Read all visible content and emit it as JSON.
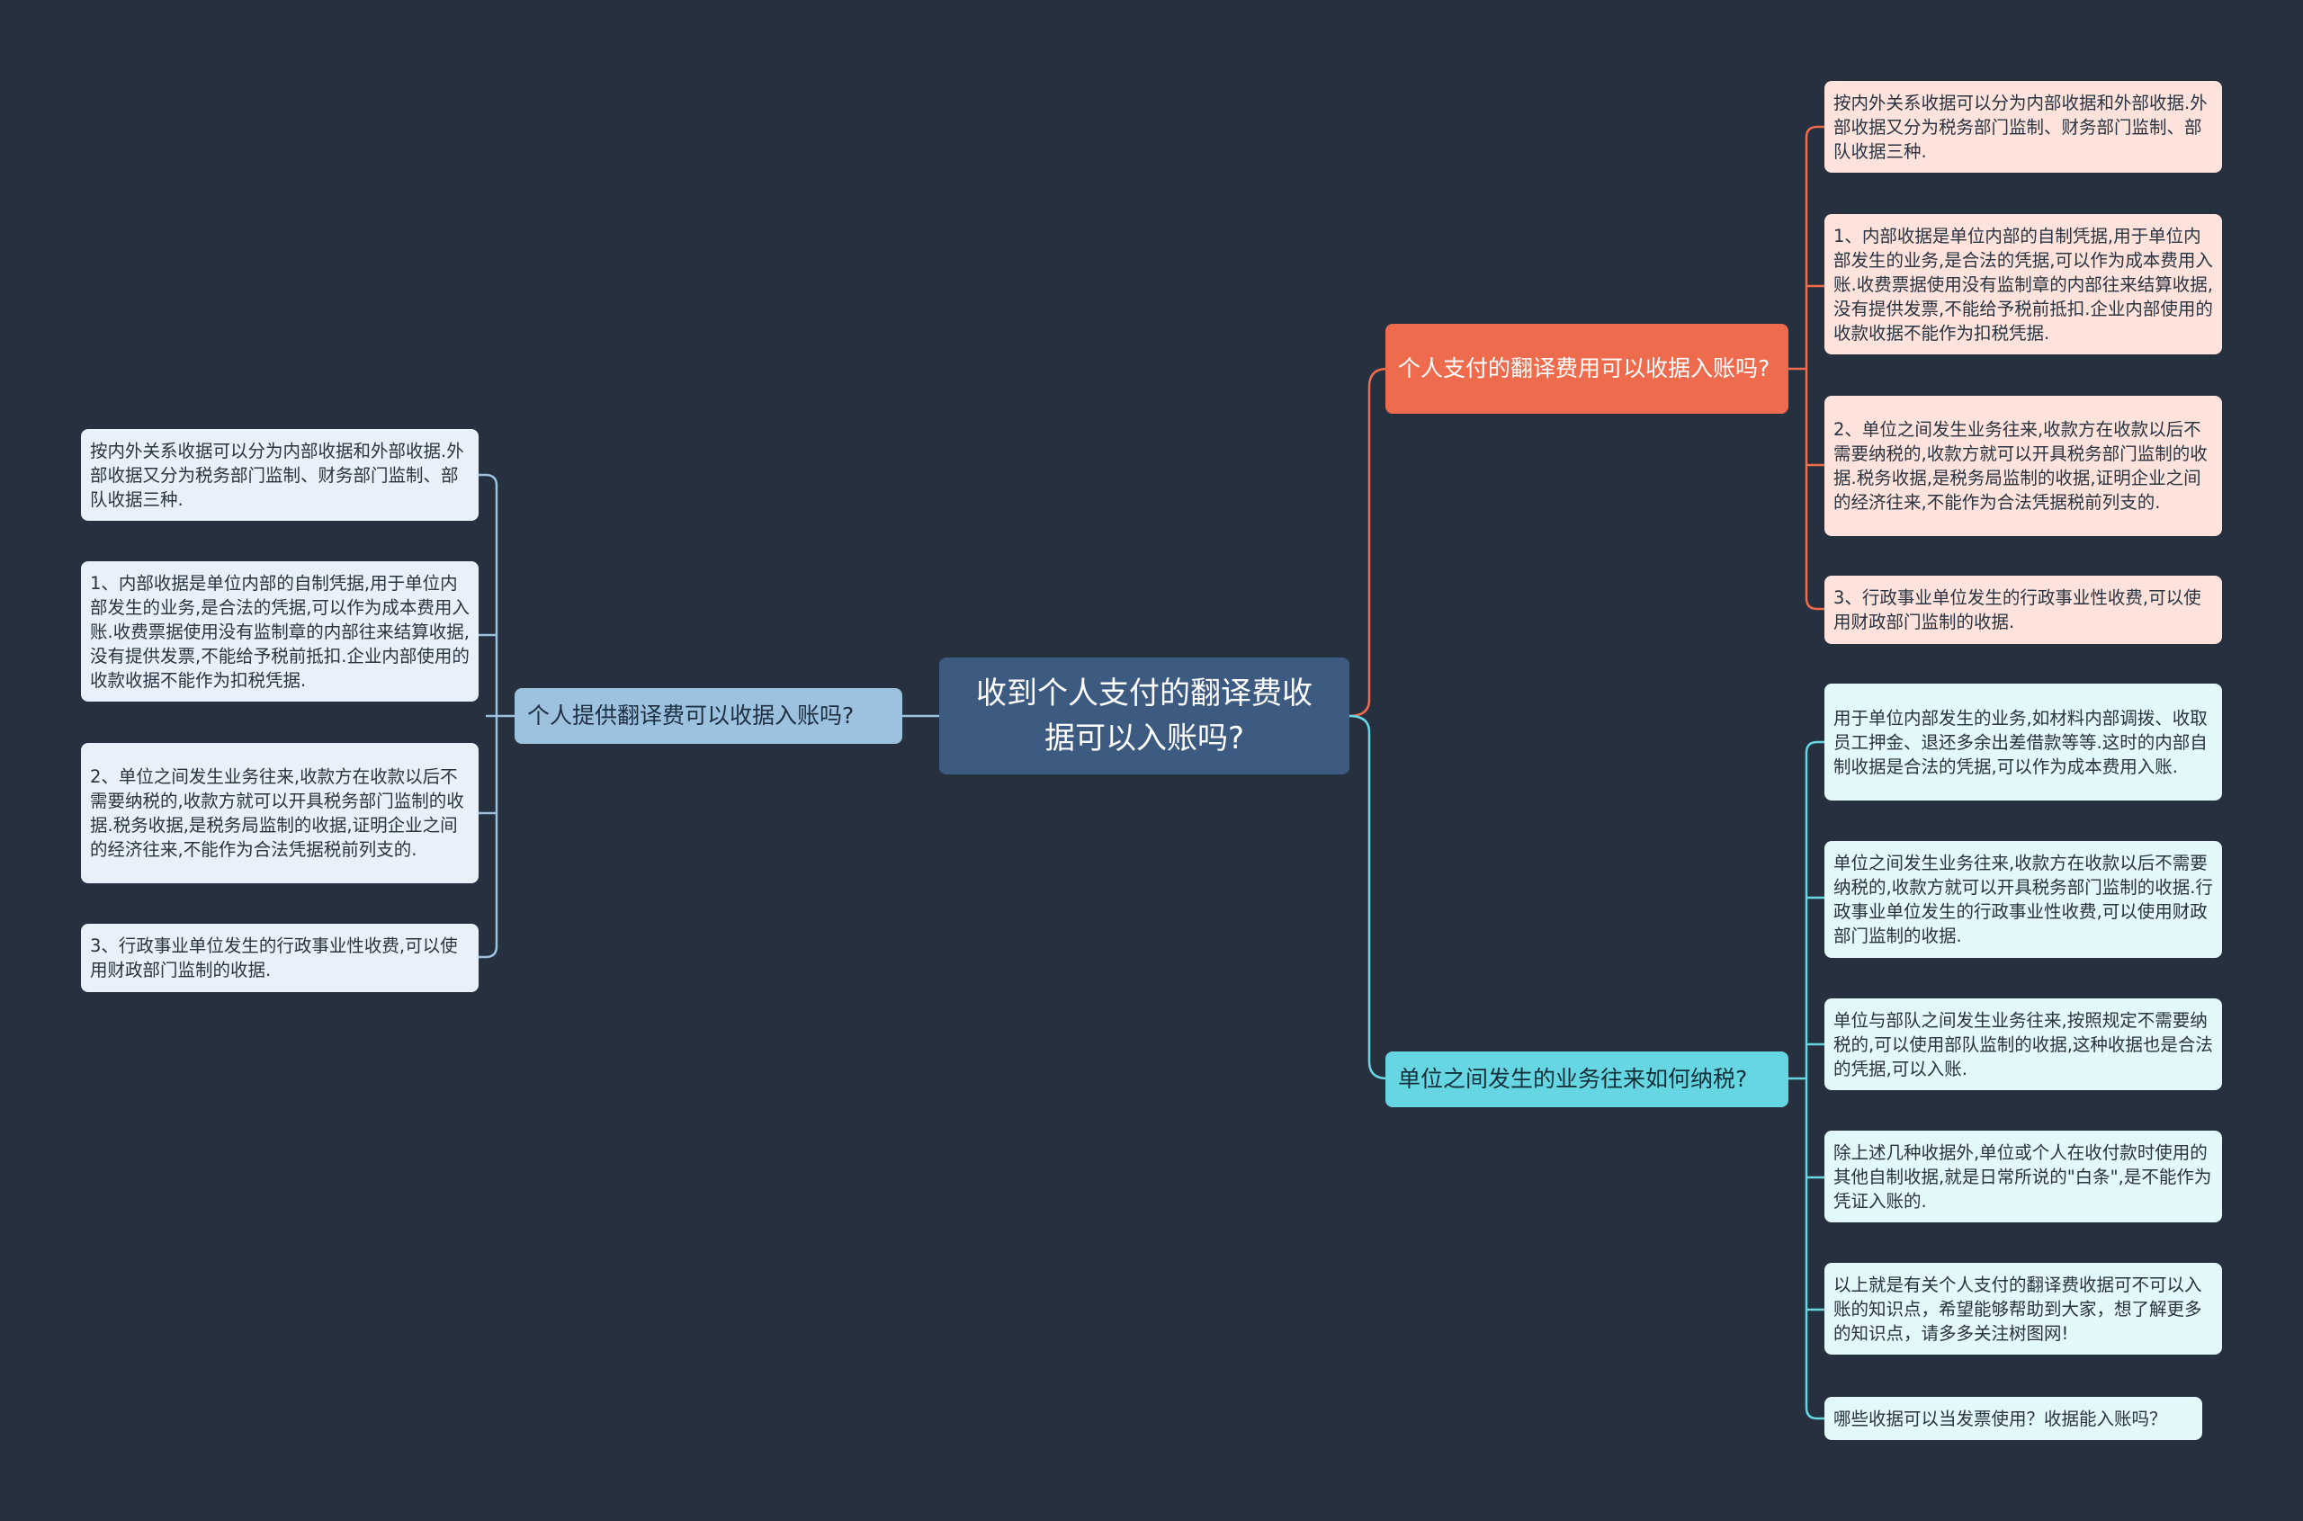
{
  "root": {
    "text": "收到个人支付的翻译费收据可以入账吗?"
  },
  "colors": {
    "background": "#27303f",
    "root": "#3d5a80",
    "left": "#9cc2df",
    "top": "#ee6c4d",
    "bottom": "#67d6e3"
  },
  "left_branch": {
    "label": "个人提供翻译费可以收据入账吗?",
    "items": [
      "按内外关系收据可以分为内部收据和外部收据.外部收据又分为税务部门监制、财务部门监制、部队收据三种.",
      "1、内部收据是单位内部的自制凭据,用于单位内部发生的业务,是合法的凭据,可以作为成本费用入账.收费票据使用没有监制章的内部往来结算收据,没有提供发票,不能给予税前抵扣.企业内部使用的收款收据不能作为扣税凭据.",
      "2、单位之间发生业务往来,收款方在收款以后不需要纳税的,收款方就可以开具税务部门监制的收据.税务收据,是税务局监制的收据,证明企业之间的经济往来,不能作为合法凭据税前列支的.",
      "3、行政事业单位发生的行政事业性收费,可以使用财政部门监制的收据."
    ]
  },
  "top_branch": {
    "label": "个人支付的翻译费用可以收据入账吗?",
    "items": [
      "按内外关系收据可以分为内部收据和外部收据.外部收据又分为税务部门监制、财务部门监制、部队收据三种.",
      "1、内部收据是单位内部的自制凭据,用于单位内部发生的业务,是合法的凭据,可以作为成本费用入账.收费票据使用没有监制章的内部往来结算收据,没有提供发票,不能给予税前抵扣.企业内部使用的收款收据不能作为扣税凭据.",
      "2、单位之间发生业务往来,收款方在收款以后不需要纳税的,收款方就可以开具税务部门监制的收据.税务收据,是税务局监制的收据,证明企业之间的经济往来,不能作为合法凭据税前列支的.",
      "3、行政事业单位发生的行政事业性收费,可以使用财政部门监制的收据."
    ]
  },
  "bottom_branch": {
    "label": "单位之间发生的业务往来如何纳税?",
    "items": [
      "用于单位内部发生的业务,如材料内部调拨、收取员工押金、退还多余出差借款等等.这时的内部自制收据是合法的凭据,可以作为成本费用入账.",
      "单位之间发生业务往来,收款方在收款以后不需要纳税的,收款方就可以开具税务部门监制的收据.行政事业单位发生的行政事业性收费,可以使用财政部门监制的收据.",
      "单位与部队之间发生业务往来,按照规定不需要纳税的,可以使用部队监制的收据,这种收据也是合法的凭据,可以入账.",
      "除上述几种收据外,单位或个人在收付款时使用的其他自制收据,就是日常所说的\"白条\",是不能作为凭证入账的.",
      "以上就是有关个人支付的翻译费收据可不可以入账的知识点，希望能够帮助到大家，想了解更多的知识点，请多多关注树图网!",
      "哪些收据可以当发票使用？收据能入账吗？"
    ]
  }
}
